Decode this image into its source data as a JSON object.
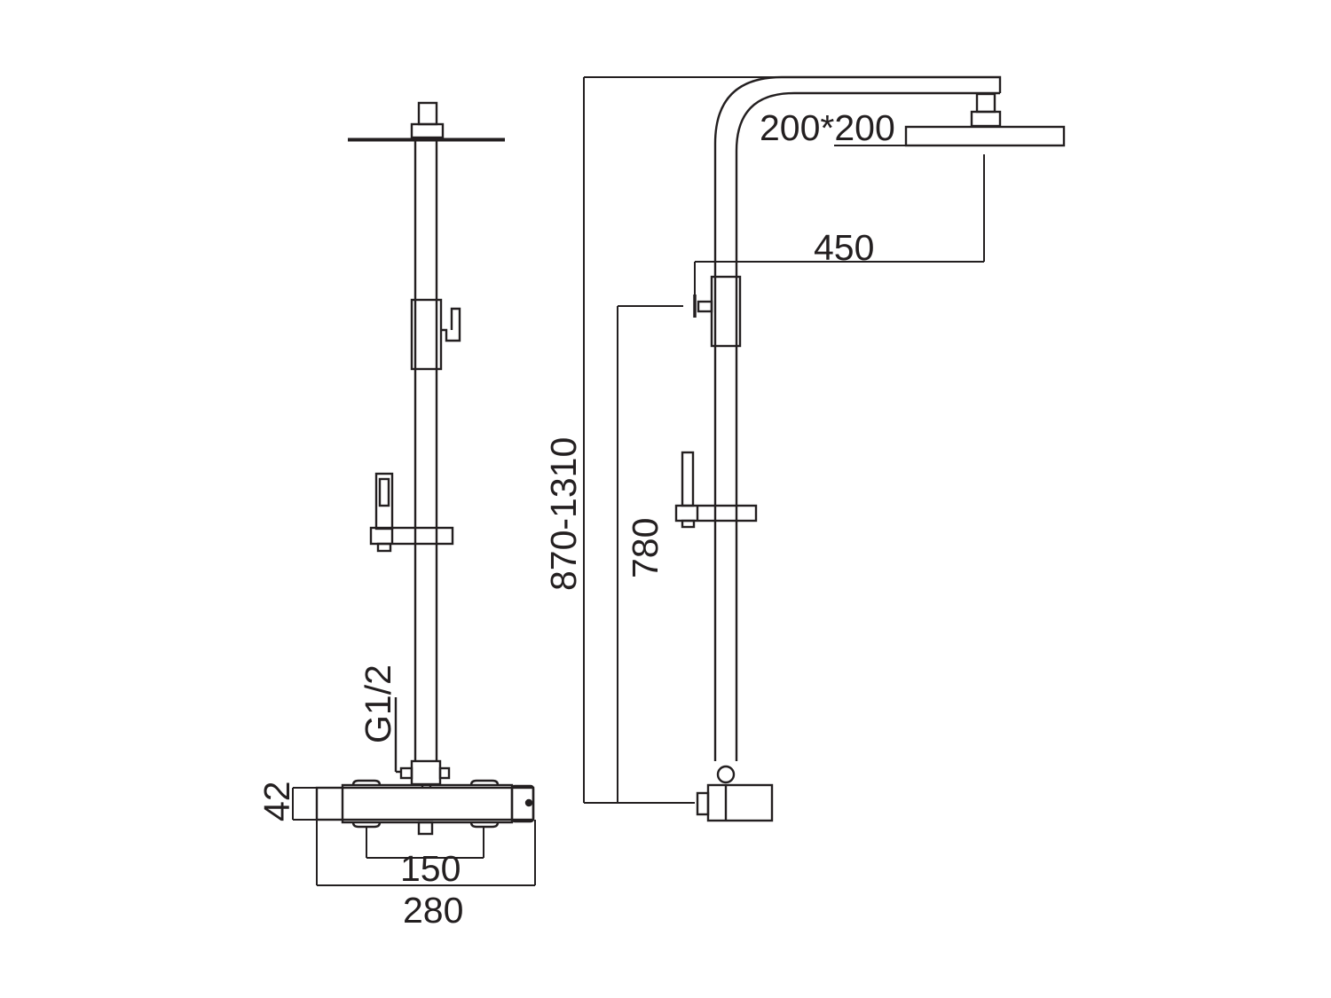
{
  "diagram": {
    "line_color": "#231f20",
    "background": "#ffffff",
    "front_view": {
      "dimensions": {
        "inlet_thread": "G1/2",
        "valve_height": "42",
        "inlet_spacing": "150",
        "overall_width": "280"
      }
    },
    "side_view": {
      "dimensions": {
        "head_size": "200*200",
        "arm_reach": "450",
        "slider_height": "780",
        "overall_height": "870-1310"
      }
    }
  }
}
